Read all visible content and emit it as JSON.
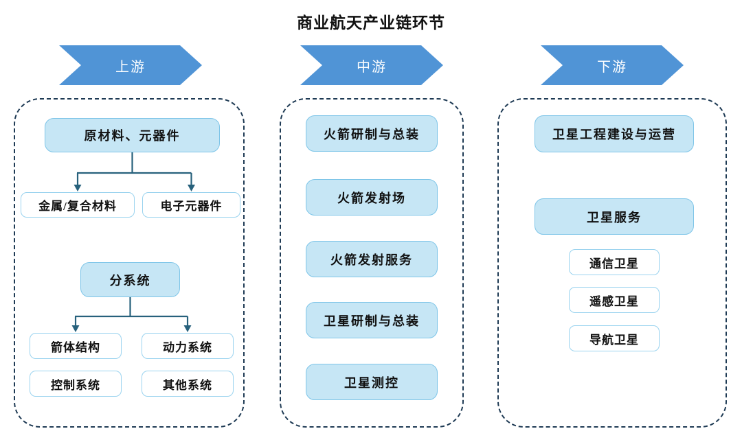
{
  "title": "商业航天产业链环节",
  "upstream": {
    "header": "上游",
    "materials": {
      "parent": "原材料、元器件",
      "children": [
        "金属/复合材料",
        "电子元器件"
      ]
    },
    "subsystems": {
      "parent": "分系统",
      "children": [
        "箭体结构",
        "动力系统",
        "控制系统",
        "其他系统"
      ]
    }
  },
  "midstream": {
    "header": "中游",
    "items": [
      "火箭研制与总装",
      "火箭发射场",
      "火箭发射服务",
      "卫星研制与总装",
      "卫星测控"
    ]
  },
  "downstream": {
    "header": "下游",
    "construction": "卫星工程建设与运营",
    "services": {
      "parent": "卫星服务",
      "children": [
        "通信卫星",
        "遥感卫星",
        "导航卫星"
      ]
    }
  },
  "colors": {
    "stage_arrow_blue": "#5094d6",
    "stage_arrow_text": "#ffffff",
    "filled_node_fill": "#c6e6f5",
    "filled_node_border": "#7ec5e8",
    "white_node_border": "#9ad3ef",
    "connector_line": "#27617c",
    "container_dashed_border": "#1e3a54",
    "text": "#111111"
  }
}
